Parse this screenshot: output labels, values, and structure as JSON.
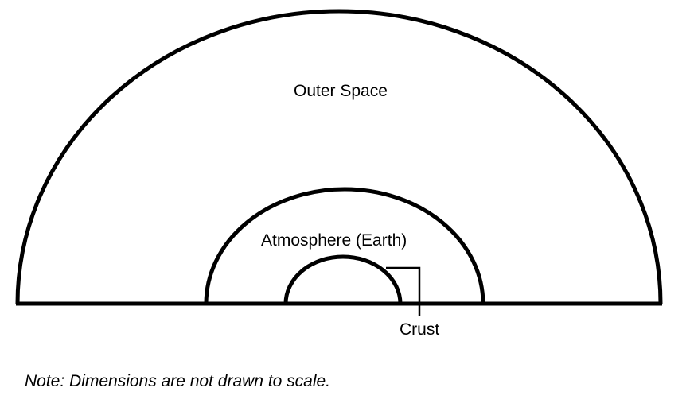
{
  "diagram": {
    "regions": [
      {
        "id": "outer-space",
        "label": "Outer Space"
      },
      {
        "id": "atmosphere",
        "label": "Atmosphere (Earth)"
      },
      {
        "id": "crust",
        "label": "Crust"
      }
    ],
    "note": "Note:  Dimensions are not drawn to scale.",
    "colors": {
      "stroke": "#000000",
      "background": "#ffffff"
    }
  }
}
